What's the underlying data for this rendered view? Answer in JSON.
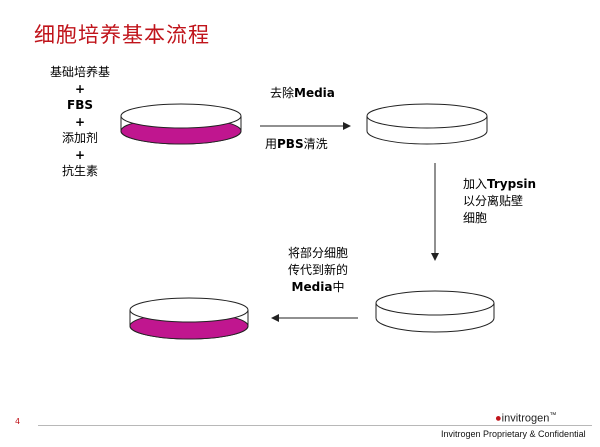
{
  "title": "细胞培养基本流程",
  "ingredients": {
    "line1": "基础培养基",
    "plus1": "+",
    "line2": "FBS",
    "plus2": "+",
    "line3": "添加剂",
    "plus3": "+",
    "line4": "抗生素"
  },
  "step1": {
    "label_prefix": "去除",
    "label_bold": "Media",
    "sub_prefix": "用",
    "sub_bold": "PBS",
    "sub_suffix": "清洗"
  },
  "step2": {
    "line1_prefix": "加入",
    "line1_bold": "Trypsin",
    "line2": "以分离贴壁",
    "line3": "细胞"
  },
  "step3": {
    "line1": "将部分细胞",
    "line2": "传代到新的",
    "line3_bold": "Media",
    "line3_suffix": "中"
  },
  "footer": {
    "page_number": "4",
    "brand_mark": "●",
    "brand": "invitrogen",
    "tm": "™",
    "confidential": "Invitrogen Proprietary & Confidential"
  },
  "colors": {
    "title": "#c0141b",
    "media": "#c0168f",
    "brand_red": "#c0141b"
  }
}
